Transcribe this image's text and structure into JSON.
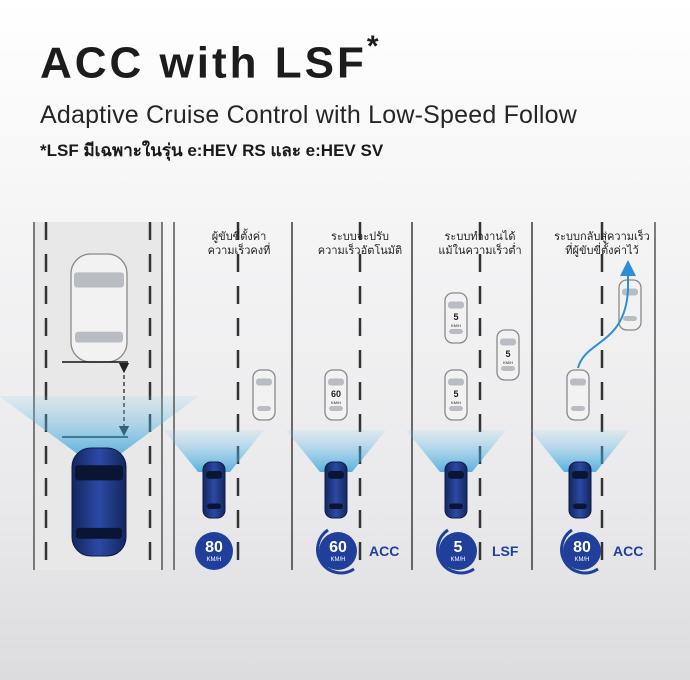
{
  "header": {
    "title": "ACC with LSF",
    "title_mark": "*",
    "subtitle": "Adaptive Cruise Control with Low-Speed Follow",
    "note": "*LSF มีเฉพาะในรุ่น e:HEV RS และ e:HEV SV"
  },
  "panels": [
    {
      "caption_1": "",
      "caption_2": "",
      "speed": "",
      "unit": "",
      "mode": ""
    },
    {
      "caption_1": "ผู้ขับขี่ตั้งค่า",
      "caption_2": "ความเร็วคงที่",
      "speed": "80",
      "unit": "KM/H",
      "mode": "",
      "lead_car_label": ""
    },
    {
      "caption_1": "ระบบจะปรับ",
      "caption_2": "ความเร็วอัตโนมัติ",
      "speed": "60",
      "unit": "KM/H",
      "mode": "ACC",
      "lead_car_label": "60"
    },
    {
      "caption_1": "ระบบทำงานได้",
      "caption_2": "แม้ในความเร็วต่ำ",
      "speed": "5",
      "unit": "KM/H",
      "mode": "LSF",
      "lead_car_label": "5"
    },
    {
      "caption_1": "ระบบกลับสู่ความเร็ว",
      "caption_2": "ที่ผู้ขับขี่ตั้งค่าไว้",
      "speed": "80",
      "unit": "KM/H",
      "mode": "ACC"
    }
  ],
  "colors": {
    "ego_car": "#1e3a8a",
    "sensor_beam": "#39a9e0",
    "lane_line": "#333333",
    "speed_badge": "#1f3f9a",
    "path_arrow": "#2b8fd6"
  },
  "icons": [
    "ego-car-icon",
    "lead-car-icon",
    "speed-badge-icon",
    "sensor-beam-icon",
    "distance-arrow-icon",
    "lane-change-arrow-icon"
  ]
}
